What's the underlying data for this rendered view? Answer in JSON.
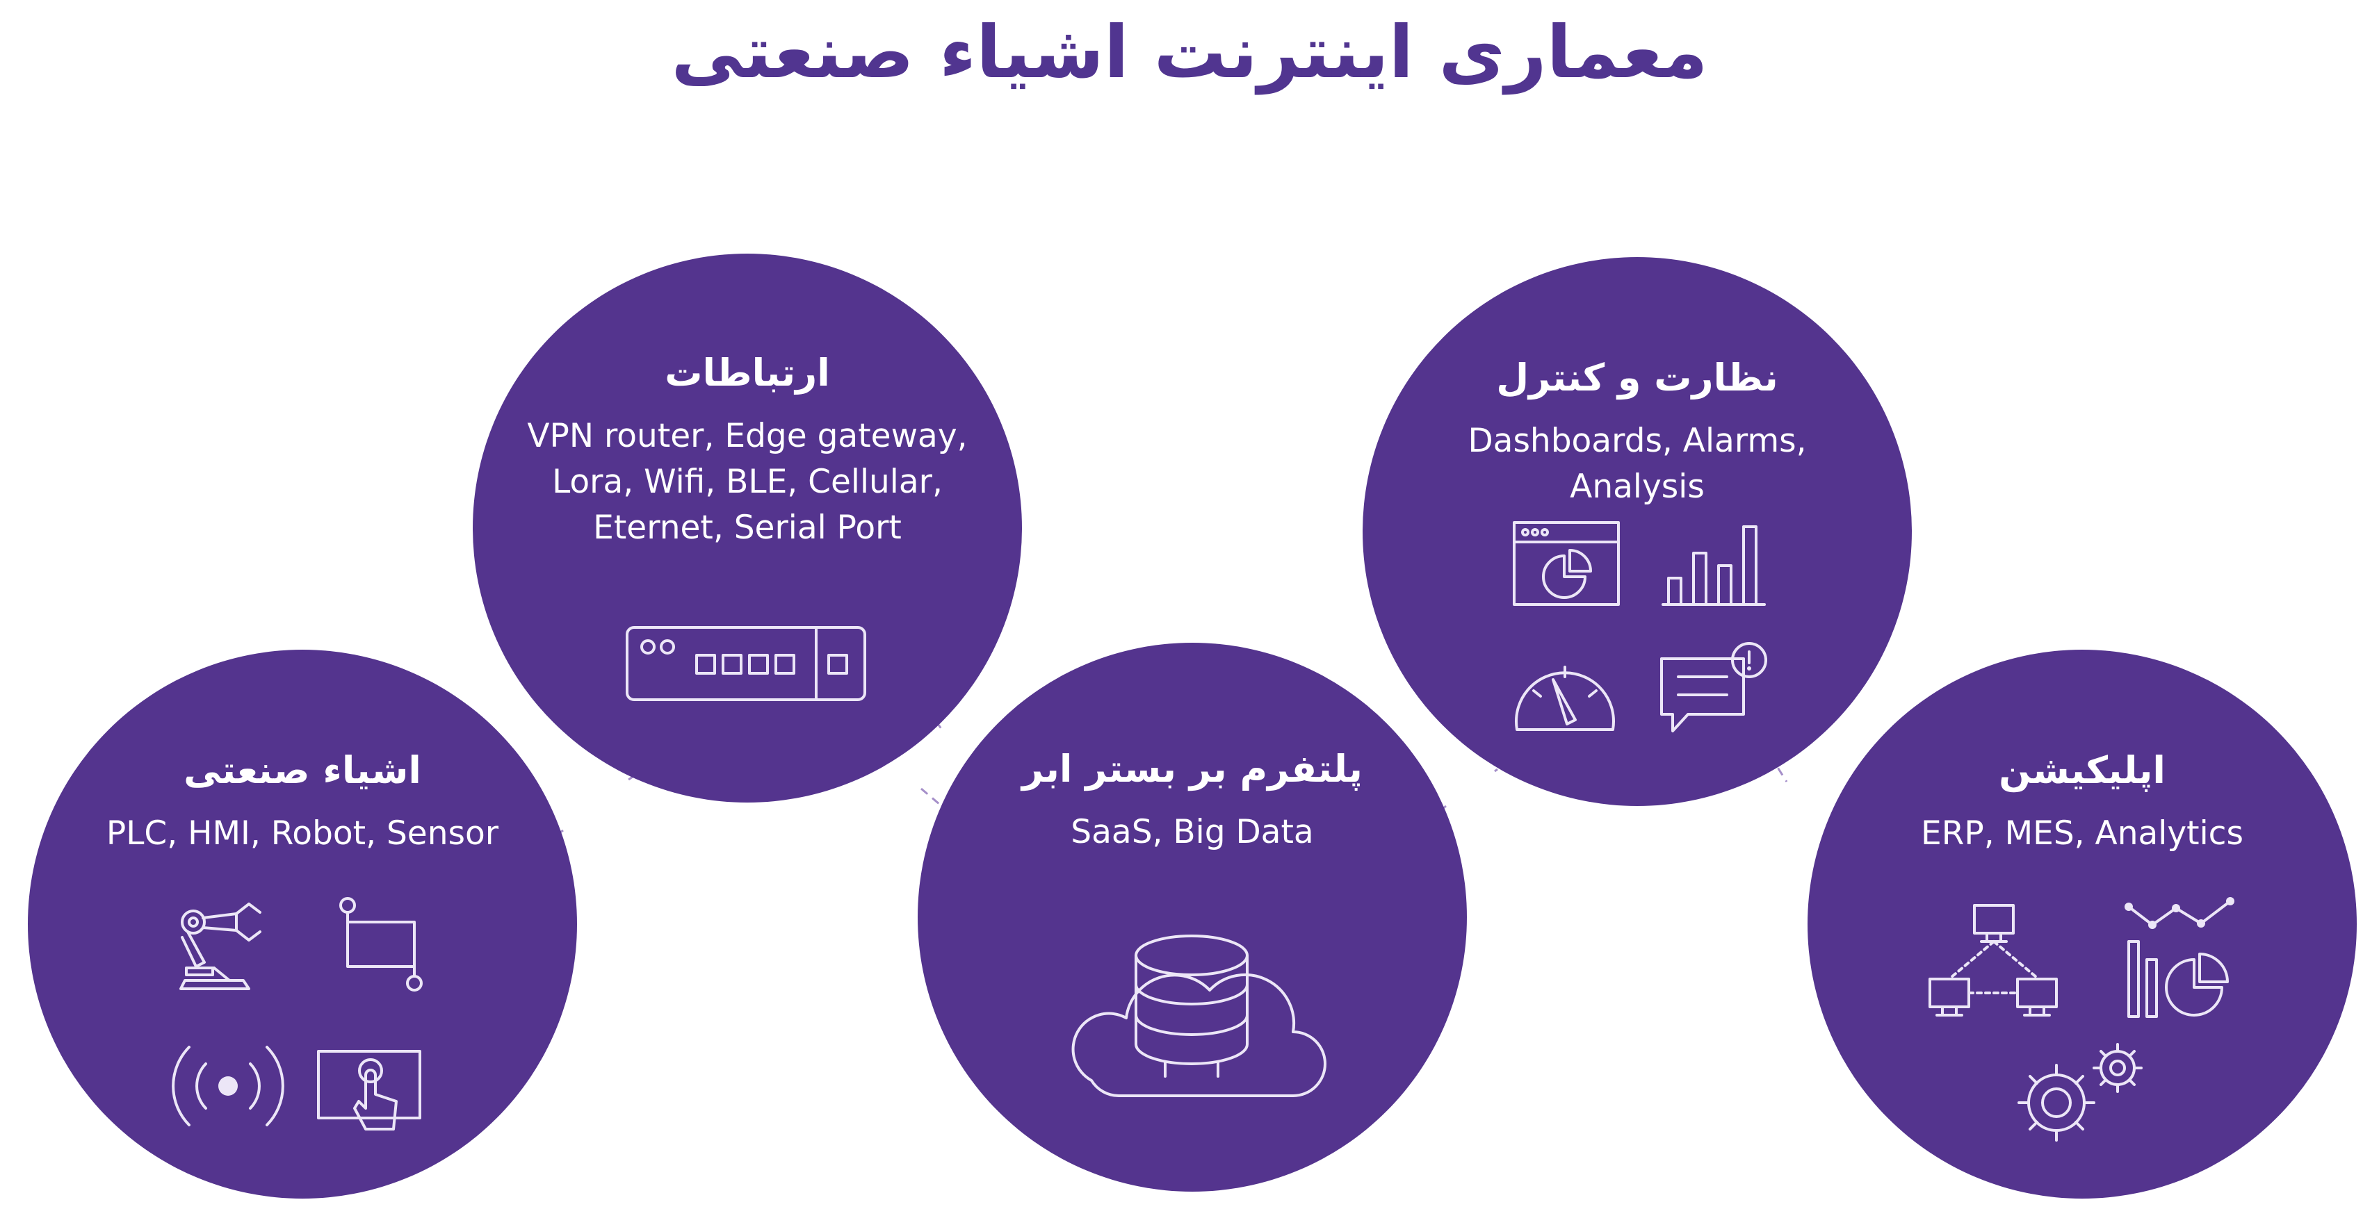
{
  "title": "معماری اینترنت اشیاء صنعتی",
  "colors": {
    "node": "#54348e",
    "title": "#513590",
    "icon": "#ece6f7",
    "connector": "#a58fc9"
  },
  "nodes": [
    {
      "id": "industrial-things",
      "label": "اشیاء صنعتی",
      "description": "PLC, HMI, Robot, Sensor",
      "icons": [
        "robot-arm-icon",
        "plc-module-icon",
        "sensor-signal-icon",
        "hmi-touchscreen-icon"
      ]
    },
    {
      "id": "communications",
      "label": "ارتباطات",
      "description": "VPN router, Edge gateway,\nLora, Wifi, BLE, Cellular,\nEternet, Serial Port",
      "icons": [
        "network-router-icon"
      ]
    },
    {
      "id": "cloud-platform",
      "label": "پلتفرم بر بستر ابر",
      "description": "SaaS, Big Data",
      "icons": [
        "cloud-database-icon"
      ]
    },
    {
      "id": "monitoring-control",
      "label": "نظارت و کنترل",
      "description": "Dashboards, Alarms, Analysis",
      "icons": [
        "dashboard-window-icon",
        "bar-chart-icon",
        "gauge-icon",
        "alarm-message-icon"
      ]
    },
    {
      "id": "applications",
      "label": "اپلیکیشن",
      "description": "ERP, MES, Analytics",
      "icons": [
        "network-computers-icon",
        "analytics-chart-icon",
        "gears-icon"
      ]
    }
  ]
}
